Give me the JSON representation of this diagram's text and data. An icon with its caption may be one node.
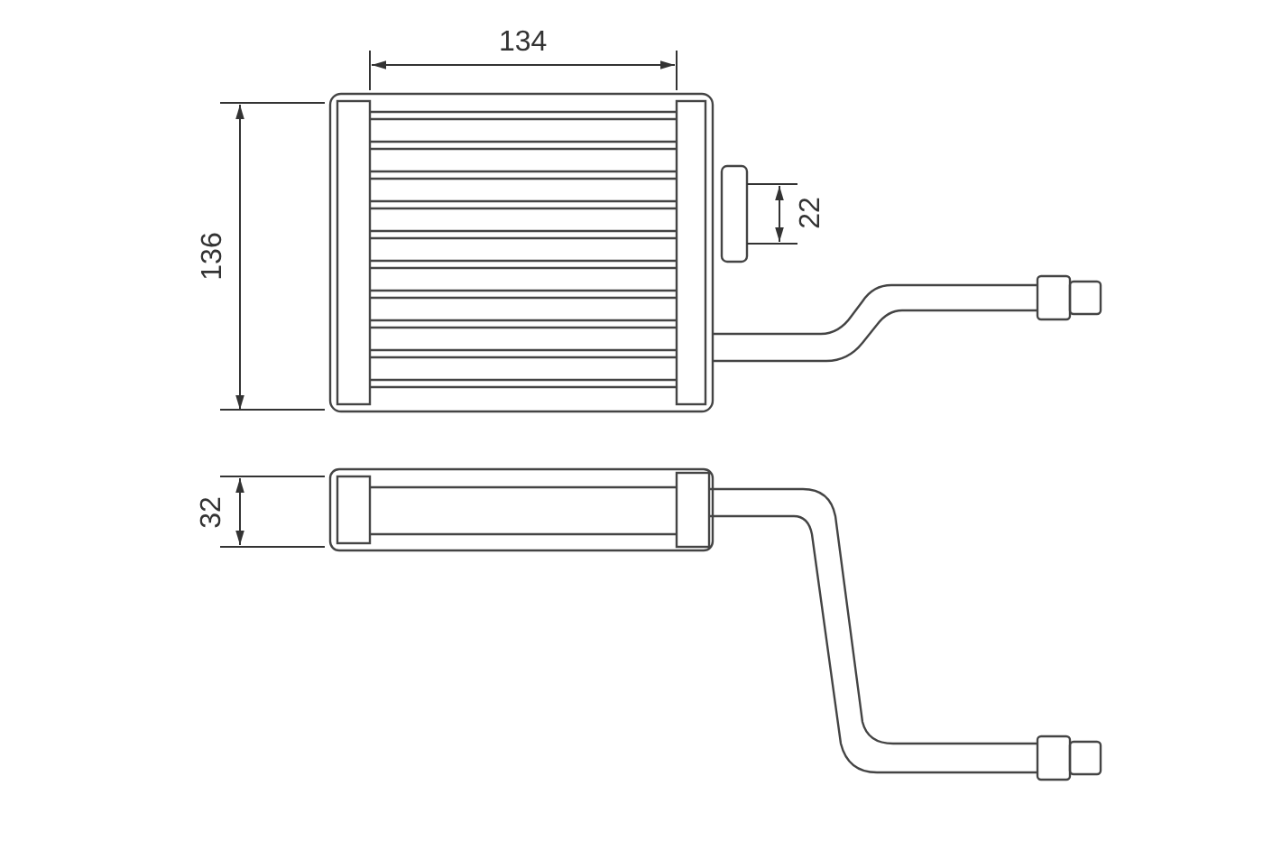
{
  "diagram": {
    "labels": [
      "134",
      "136",
      "22",
      "32"
    ]
  }
}
